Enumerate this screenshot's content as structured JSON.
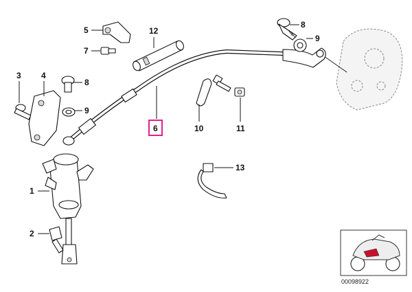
{
  "labels": {
    "p1": "1",
    "p2": "2",
    "p3": "3",
    "p4": "4",
    "p5": "5",
    "p6": "6",
    "p7": "7",
    "p8a": "8",
    "p8b": "8",
    "p9a": "9",
    "p9b": "9",
    "p10": "10",
    "p11": "11",
    "p12": "12",
    "p13": "13"
  },
  "highlight_label": "6",
  "document_id": "00098922",
  "colors": {
    "highlight": "#e0218a",
    "line": "#111111",
    "motorcycle_accent": "#c8102e"
  },
  "icons": {
    "thumbnail": "motorcycle-icon"
  }
}
